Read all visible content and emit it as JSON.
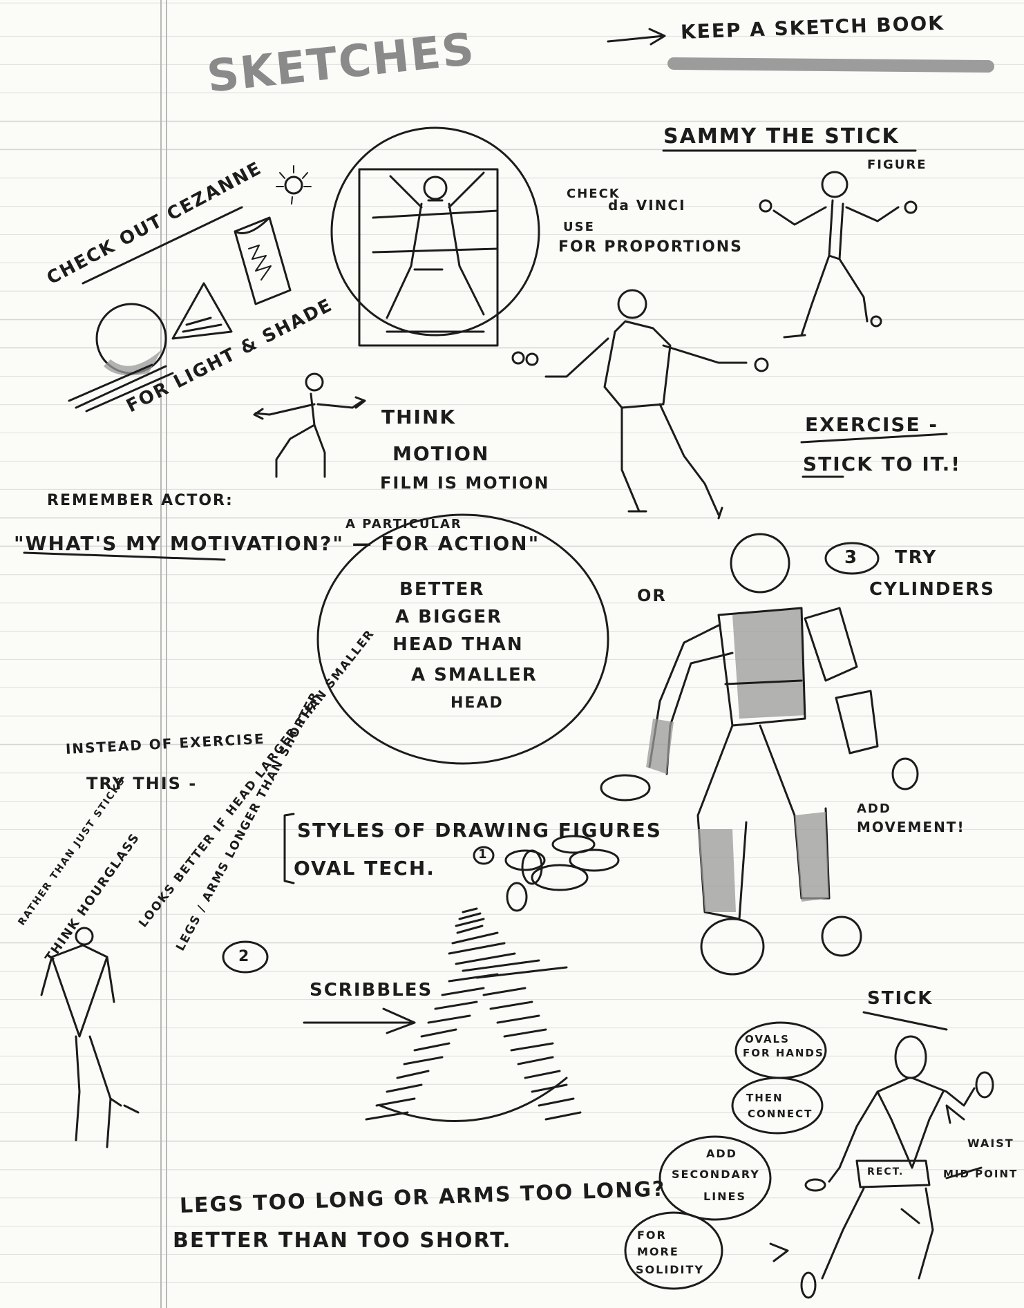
{
  "page": {
    "title": "SKETCHES",
    "keep_note": "KEEP A SKETCH BOOK"
  },
  "notes": {
    "cezanne": "CHECK OUT CEZANNE",
    "light_shade": "FOR LIGHT & SHADE",
    "sammy_title": "SAMMY THE STICK",
    "sammy_sub": "FIGURE",
    "davinci_line1": "CHECK",
    "davinci_line2": "da VINCI",
    "davinci_line3": "USE",
    "davinci_line4": "FOR PROPORTIONS",
    "think": "THINK",
    "motion": "MOTION",
    "film_motion": "FILM IS MOTION",
    "exercise": "EXERCISE -",
    "stick_to_it": "STICK TO IT.!",
    "remember_actor": "REMEMBER ACTOR:",
    "motivation": "\"WHAT'S MY MOTIVATION?\" — FOR ACTION\"",
    "particular": "A PARTICULAR",
    "better1": "BETTER",
    "better2": "A BIGGER",
    "better3": "HEAD THAN",
    "better4": "A SMALLER",
    "better5": "HEAD",
    "or": "OR",
    "three": "3",
    "try_cylinders1": "TRY",
    "try_cylinders2": "CYLINDERS",
    "instead": "INSTEAD OF EXERCISE",
    "try_this": "TRY THIS -",
    "looks_better": "LOOKS BETTER IF HEAD LARGER THAN SMALLER",
    "legs_arms": "LEGS / ARMS LONGER THAN SHORTER",
    "rather": "RATHER THAN JUST STICKS",
    "think_hourglass": "THINK HOURGLASS",
    "styles": "STYLES OF DRAWING FIGURES",
    "oval_tech": "OVAL TECH.",
    "one": "1",
    "add_movement1": "ADD",
    "add_movement2": "MOVEMENT!",
    "two": "2",
    "scribbles": "SCRIBBLES",
    "stick": "STICK",
    "ovals_hands1": "OVALS",
    "ovals_hands2": "FOR HANDS",
    "then_connect1": "THEN",
    "then_connect2": "CONNECT",
    "add_secondary1": "ADD",
    "add_secondary2": "SECONDARY",
    "add_secondary3": "LINES",
    "for_solidity1": "FOR",
    "for_solidity2": "MORE",
    "for_solidity3": "SOLIDITY",
    "rect": "RECT.",
    "waist1": "WAIST",
    "waist2": "MID POINT",
    "legs_long": "LEGS TOO LONG OR ARMS TOO LONG?",
    "better_short": "BETTER THAN TOO SHORT."
  }
}
